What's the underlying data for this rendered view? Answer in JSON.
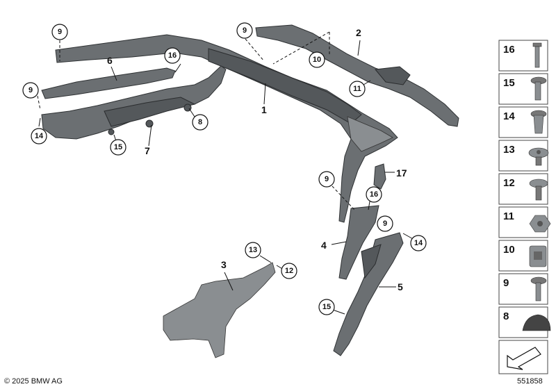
{
  "callouts": {
    "c1": "1",
    "c2": "2",
    "c3": "3",
    "c4": "4",
    "c5": "5",
    "c6": "6",
    "c7": "7",
    "c17": "17",
    "r9a": "9",
    "r9b": "9",
    "r9c": "9",
    "r9d": "9",
    "r9e": "9",
    "r10": "10",
    "r11": "11",
    "r16a": "16",
    "r16b": "16",
    "r8": "8",
    "r14a": "14",
    "r14b": "14",
    "r15a": "15",
    "r15b": "15",
    "r13": "13",
    "r12": "12"
  },
  "legend": {
    "items": [
      "16",
      "15",
      "14",
      "13",
      "12",
      "11",
      "10",
      "9",
      "8"
    ]
  },
  "footer": {
    "copyright": "© 2025 BMW AG",
    "diagram_number": "551858"
  }
}
